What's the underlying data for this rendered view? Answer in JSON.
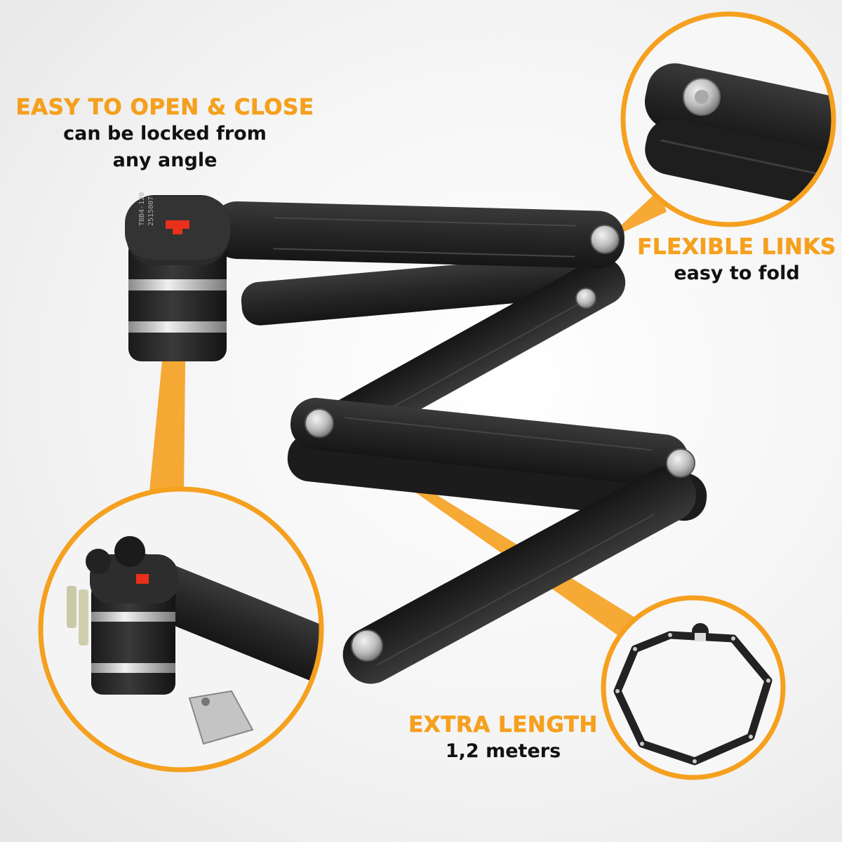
{
  "callouts": {
    "open_close": {
      "title": "EASY TO OPEN & CLOSE",
      "subtitle_line1": "can be locked from",
      "subtitle_line2": "any angle"
    },
    "flexible": {
      "title": "FLEXIBLE LINKS",
      "subtitle": "easy to fold"
    },
    "length": {
      "title": "EXTRA LENGTH",
      "subtitle": "1,2 meters"
    }
  },
  "lock_engraving": {
    "line1": "TBB4-120",
    "line2": "2515007"
  },
  "colors": {
    "accent": "#f5a01e",
    "lock_body": "#222222",
    "indicator": "#e8301a",
    "rivet": "#c9c9c9"
  }
}
